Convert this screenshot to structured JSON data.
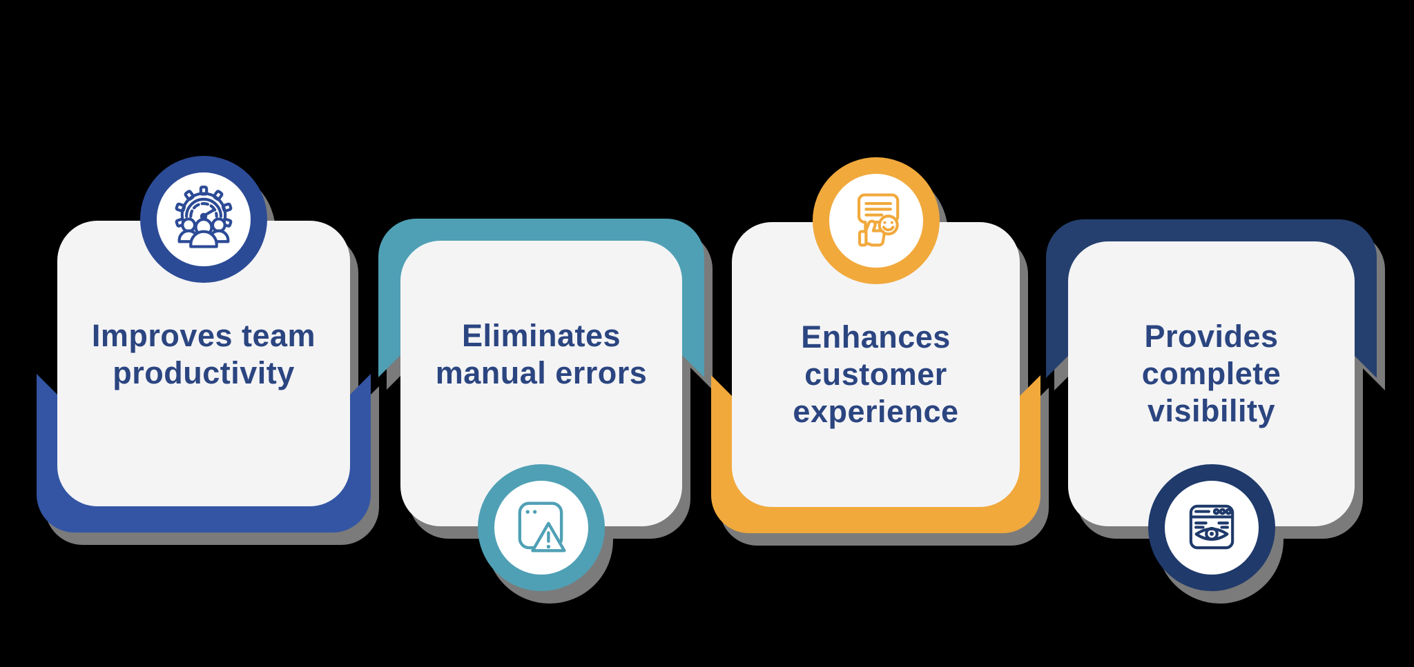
{
  "background_color": "#000000",
  "panel_color": "#F4F4F5",
  "shadow_color": "#7B7B7B",
  "text_color": "#2B4580",
  "cards": [
    {
      "title": "Improves team\nproductivity",
      "icon": "team-productivity-icon",
      "icon_position": "top",
      "accent_color": "#3355A4",
      "ring_color": "#2C4B96"
    },
    {
      "title": "Eliminates\nmanual errors",
      "icon": "app-warning-icon",
      "icon_position": "bottom",
      "accent_color": "#4FA0B5",
      "ring_color": "#4FA0B5"
    },
    {
      "title": "Enhances\ncustomer\nexperience",
      "icon": "customer-feedback-icon",
      "icon_position": "top",
      "accent_color": "#F1A93C",
      "ring_color": "#F1A93C"
    },
    {
      "title": "Provides\ncomplete\nvisibility",
      "icon": "website-visibility-icon",
      "icon_position": "bottom",
      "accent_color": "#25406F",
      "ring_color": "#1F3A6B"
    }
  ]
}
